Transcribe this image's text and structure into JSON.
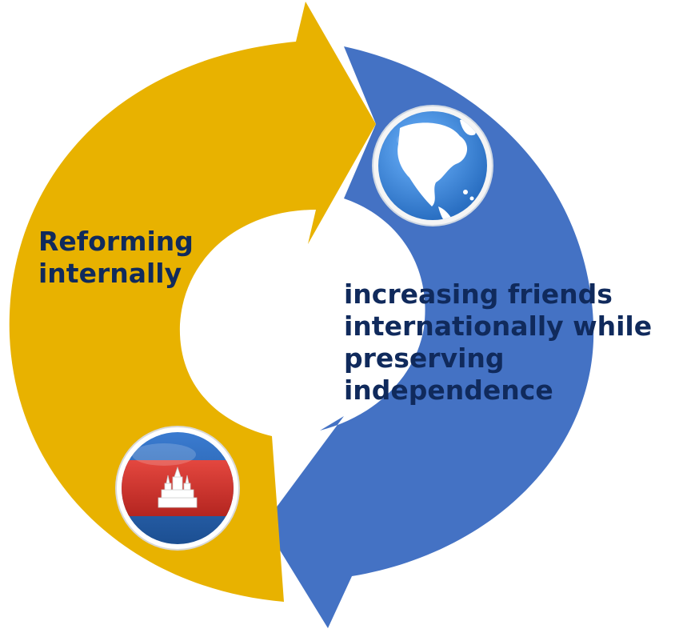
{
  "diagram": {
    "type": "two-step-cycle",
    "colors": {
      "left_arrow": "#E8B200",
      "right_arrow": "#4472C4",
      "label_text": "#102A5C",
      "globe_ocean": "#3E8EDB",
      "flag_blue": "#1F5EA8",
      "flag_red": "#D6332C"
    },
    "left_segment": {
      "label_lines": [
        "Reforming",
        "internally"
      ],
      "icon": "cambodia-flag-icon"
    },
    "right_segment": {
      "label_lines": [
        "increasing friends",
        "internationally while",
        "preserving",
        "independence"
      ],
      "icon": "globe-icon"
    }
  }
}
